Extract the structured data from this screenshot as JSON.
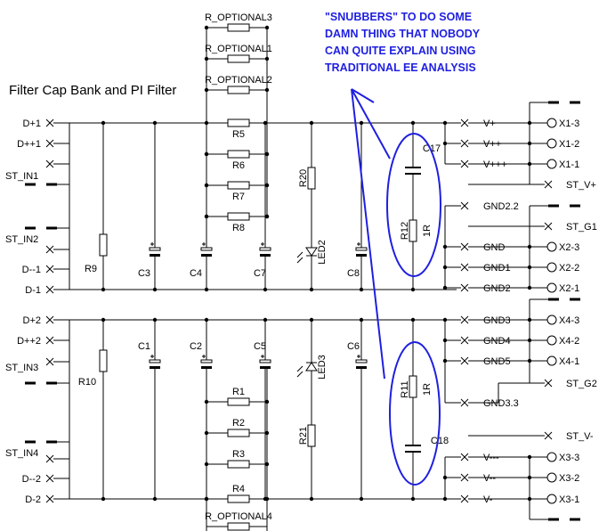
{
  "title": "Filter Cap Bank and PI Filter",
  "annotation": [
    "\"SNUBBERS\" TO DO SOME",
    "DAMN THING THAT NOBODY",
    "CAN QUITE EXPLAIN USING",
    "TRADITIONAL EE ANALYSIS"
  ],
  "colors": {
    "wire": "#000000",
    "annotation": "#1f1fe0"
  },
  "left_terminals_top": [
    "D+1",
    "D++1",
    "ST_IN1",
    "ST_IN2",
    "D--1",
    "D-1"
  ],
  "left_terminals_bottom": [
    "D+2",
    "D++2",
    "ST_IN3",
    "ST_IN4",
    "D--2",
    "D-2"
  ],
  "resistors_top": [
    "R_OPTIONAL3",
    "R_OPTIONAL1",
    "R_OPTIONAL2",
    "R5",
    "R6",
    "R7",
    "R8"
  ],
  "resistors_bottom": [
    "R1",
    "R2",
    "R3",
    "R4",
    "R_OPTIONAL4"
  ],
  "components": {
    "R9": "R9",
    "R10": "R10",
    "R20": "R20",
    "R21": "R21",
    "C3": "C3",
    "C4": "C4",
    "C7": "C7",
    "C8": "C8",
    "C1": "C1",
    "C2": "C2",
    "C5": "C5",
    "C6": "C6",
    "LED2": "LED2",
    "LED3": "LED3",
    "C17": "C17",
    "C18": "C18",
    "R12": "R12",
    "R11": "R11",
    "R_value": "1R"
  },
  "mid_labels_top": [
    "V+",
    "V++",
    "V+++",
    "GND2.2",
    "GND",
    "GND1",
    "GND2"
  ],
  "mid_labels_bottom": [
    "GND3",
    "GND4",
    "GND5",
    "GND3.3",
    "V---",
    "V--",
    "V-"
  ],
  "right_labels_top": [
    "X1-3",
    "X1-2",
    "X1-1",
    "ST_V+",
    "ST_G1",
    "X2-3",
    "X2-2",
    "X2-1"
  ],
  "right_labels_bottom": [
    "X4-3",
    "X4-2",
    "X4-1",
    "ST_G2",
    "ST_V-",
    "X3-3",
    "X3-2",
    "X3-1"
  ]
}
